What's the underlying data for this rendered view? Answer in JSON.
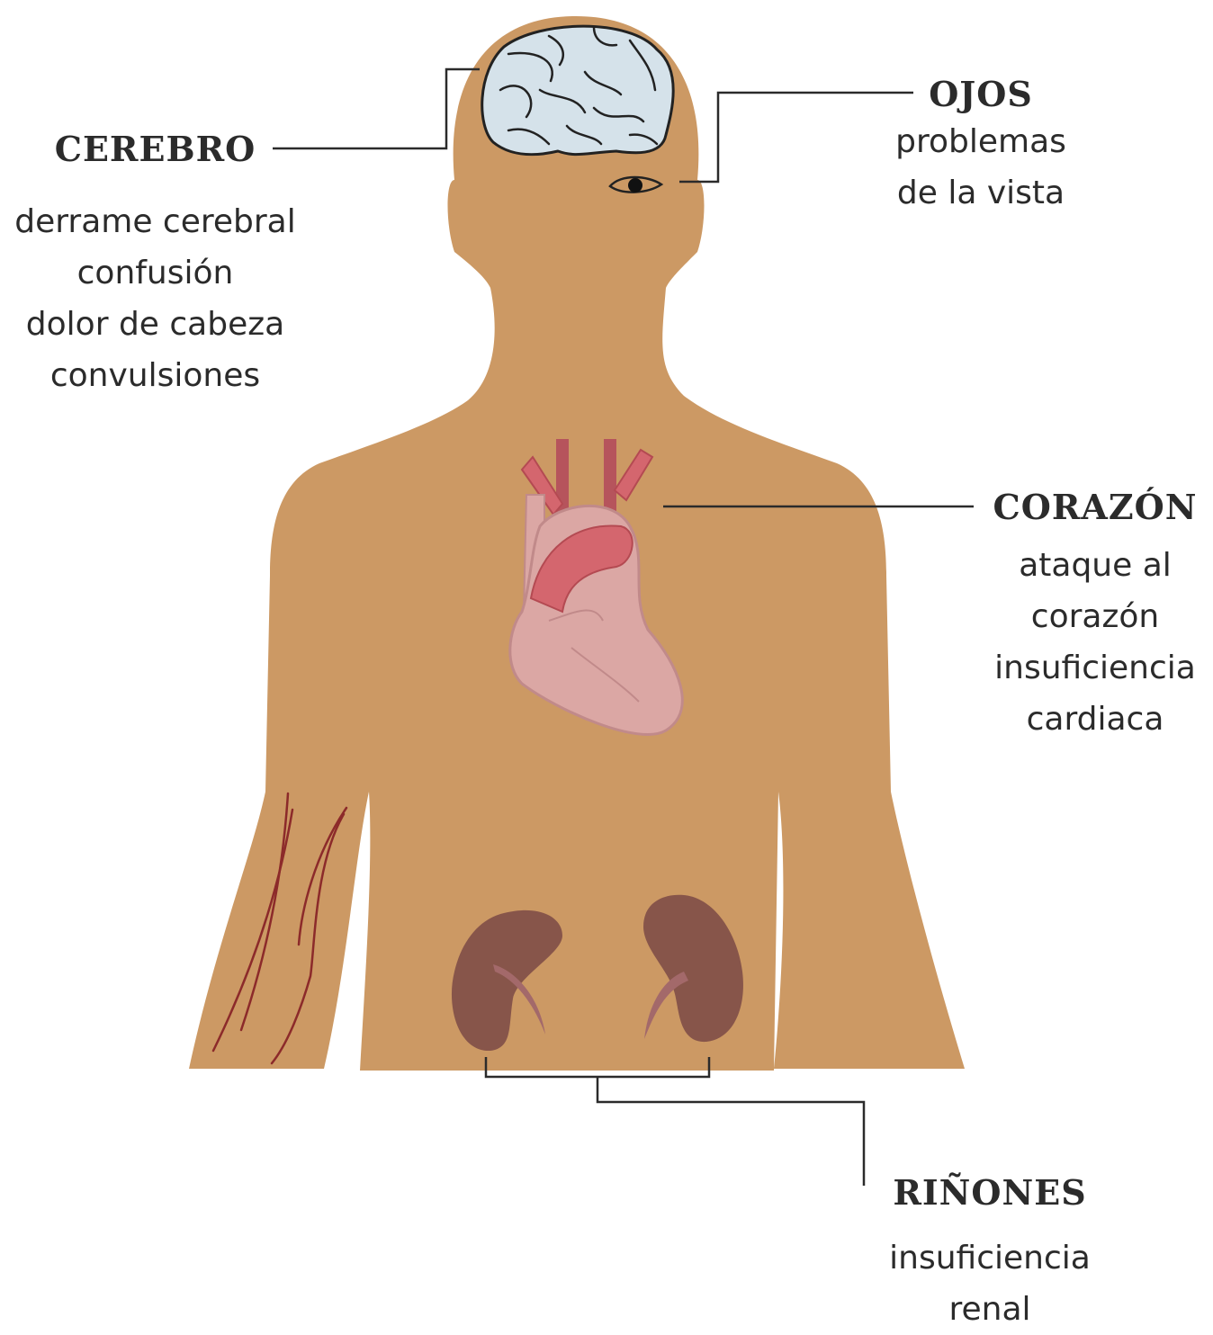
{
  "labels": {
    "brain": {
      "title": "CEREBRO",
      "lines": [
        "derrame cerebral",
        "confusión",
        "dolor de cabeza",
        "convulsiones"
      ]
    },
    "eyes": {
      "title": "OJOS",
      "lines": [
        "problemas",
        "de la vista"
      ]
    },
    "heart": {
      "title": "CORAZÓN",
      "lines": [
        "ataque al",
        "corazón",
        "insuficiencia",
        "cardiaca"
      ]
    },
    "kidneys": {
      "title": "RIÑONES",
      "lines": [
        "insuficiencia",
        "renal"
      ]
    }
  },
  "colors": {
    "skin": "#cc9964",
    "brain": "#d5e2ea",
    "heart_light": "#dba7a4",
    "heart_dark": "#d4666e",
    "vessel": "#b6545c",
    "kidney": "#87554a",
    "vein": "#8c2a2a",
    "line": "#2b2b2b"
  }
}
